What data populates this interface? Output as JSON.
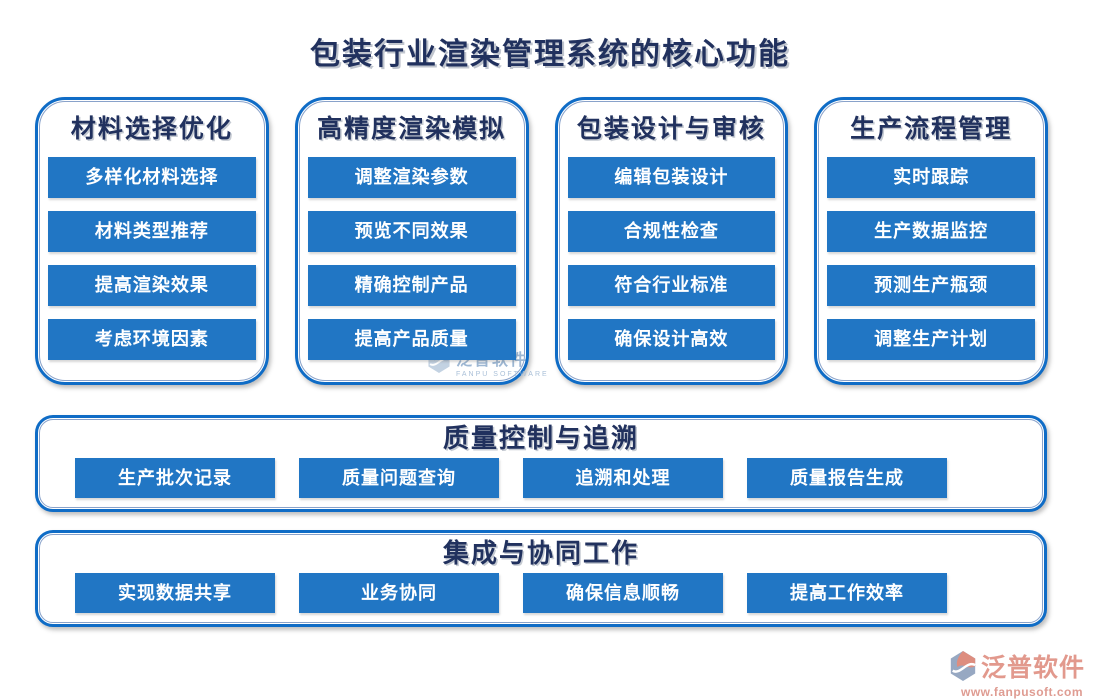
{
  "title": "包装行业渲染管理系统的核心功能",
  "colors": {
    "button_blue": "#2176c4",
    "border_blue": "#0f6cc6",
    "heading_navy": "#21315e",
    "logo_salmon": "#e2998d",
    "watermark_blue": "#9db7d3"
  },
  "columns": [
    {
      "header": "材料选择优化",
      "items": [
        "多样化材料选择",
        "材料类型推荐",
        "提高渲染效果",
        "考虑环境因素"
      ]
    },
    {
      "header": "高精度渲染模拟",
      "items": [
        "调整渲染参数",
        "预览不同效果",
        "精确控制产品",
        "提高产品质量"
      ]
    },
    {
      "header": "包装设计与审核",
      "items": [
        "编辑包装设计",
        "合规性检查",
        "符合行业标准",
        "确保设计高效"
      ]
    },
    {
      "header": "生产流程管理",
      "items": [
        "实时跟踪",
        "生产数据监控",
        "预测生产瓶颈",
        "调整生产计划"
      ]
    }
  ],
  "rows": [
    {
      "header": "质量控制与追溯",
      "items": [
        "生产批次记录",
        "质量问题查询",
        "追溯和处理",
        "质量报告生成"
      ]
    },
    {
      "header": "集成与协同工作",
      "items": [
        "实现数据共享",
        "业务协同",
        "确保信息顺畅",
        "提高工作效率"
      ]
    }
  ],
  "watermark": {
    "name": "泛普软件",
    "subtext": "FANPU SOFTWARE"
  },
  "logo": {
    "name": "泛普软件",
    "url": "www.fanpusoft.com"
  }
}
